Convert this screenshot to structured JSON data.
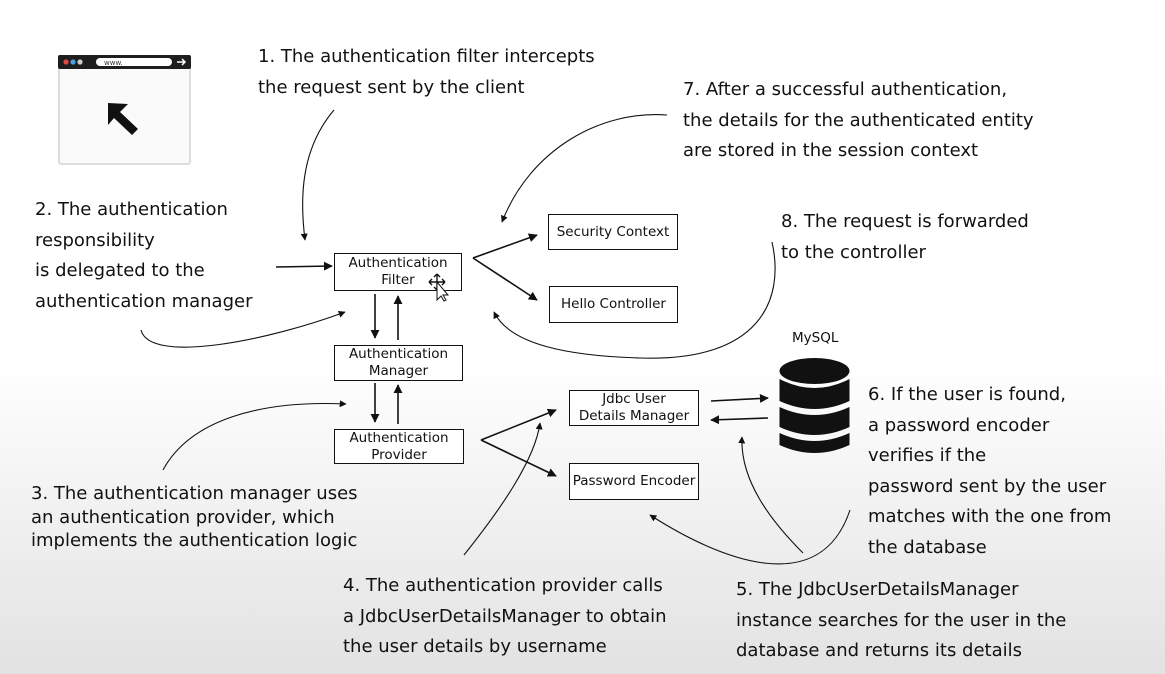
{
  "browser": {
    "address_text": "www.",
    "icons": [
      "browser-window-icon",
      "mouse-pointer-icon",
      "forward-arrow-icon"
    ],
    "dot_colors": [
      "#e04848",
      "#4a9ee6",
      "#cccccc"
    ]
  },
  "notes": [
    {
      "id": "note-1",
      "lines": [
        "1. The authentication filter intercepts",
        "the request sent by the client"
      ]
    },
    {
      "id": "note-2",
      "lines": [
        "2. The authentication",
        "responsibility",
        "is delegated to the",
        "authentication manager"
      ]
    },
    {
      "id": "note-3",
      "lines": [
        "3. The authentication manager uses",
        "an authentication provider, which",
        "implements the authentication logic"
      ]
    },
    {
      "id": "note-4",
      "lines": [
        "4. The authentication provider calls",
        "a JdbcUserDetailsManager to obtain",
        "the user details by username"
      ]
    },
    {
      "id": "note-5",
      "lines": [
        "5. The JdbcUserDetailsManager",
        "instance searches for the user in the",
        "database and returns its details"
      ]
    },
    {
      "id": "note-6",
      "lines": [
        "6. If the user is found,",
        "a password encoder",
        "verifies if the",
        "password sent by the user",
        "matches  with the one from",
        "the database"
      ]
    },
    {
      "id": "note-7",
      "lines": [
        "7. After a successful authentication,",
        "the details for the authenticated entity",
        "are stored in the session context"
      ]
    },
    {
      "id": "note-8",
      "lines": [
        "8. The request is forwarded",
        "to the controller"
      ]
    }
  ],
  "boxes": {
    "authentication_filter": "Authentication\nFilter",
    "authentication_manager": "Authentication\nManager",
    "authentication_provider": "Authentication\nProvider",
    "security_context": "Security Context",
    "hello_controller": "Hello Controller",
    "jdbc_user_details_manager": "Jdbc User\nDetails Manager",
    "password_encoder": "Password Encoder"
  },
  "database": {
    "label": "MySQL",
    "icon": "database-icon"
  },
  "cursor": {
    "icon": "move-cursor-icon"
  },
  "colors": {
    "ink": "#111111",
    "background": "#ffffff"
  }
}
